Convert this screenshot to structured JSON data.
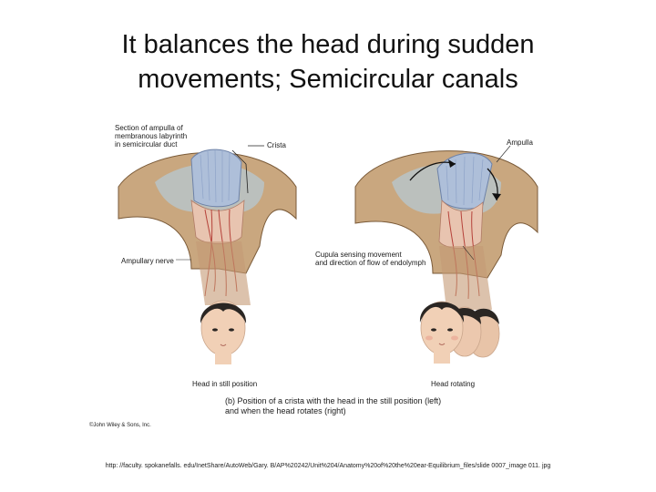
{
  "slide": {
    "title_line1": "It balances the head during sudden",
    "title_line2": "movements; Semicircular canals"
  },
  "figure": {
    "label_section": "Section of ampulla of\nmembranous labyrinth\nin semicircular duct",
    "label_crista": "Crista",
    "label_ampulla": "Ampulla",
    "label_ampullary_nerve": "Ampullary nerve",
    "label_cupula": "Cupula sensing movement\nand direction of flow of endolymph",
    "label_head_still": "Head in still position",
    "label_head_rotating": "Head rotating",
    "caption": "(b) Position of a crista with the head in the still position (left)\nand when the head rotates (right)",
    "copyright": "©John Wiley & Sons, Inc."
  },
  "source_url": "http: //faculty. spokanefalls. edu/InetShare/AutoWeb/Gary. B/AP%20242/Unit%204/Anatomy%20of%20the%20ear-Equilibrium_files/slide 0007_image 011. jpg",
  "colors": {
    "ampulla_tan": "#c9a77f",
    "ampulla_inner": "#b9c3c4",
    "cupula_blue": "#aebfd9",
    "nerve_red": "#b5423a",
    "skin": "#f1d0b6",
    "hair": "#2a2623"
  }
}
